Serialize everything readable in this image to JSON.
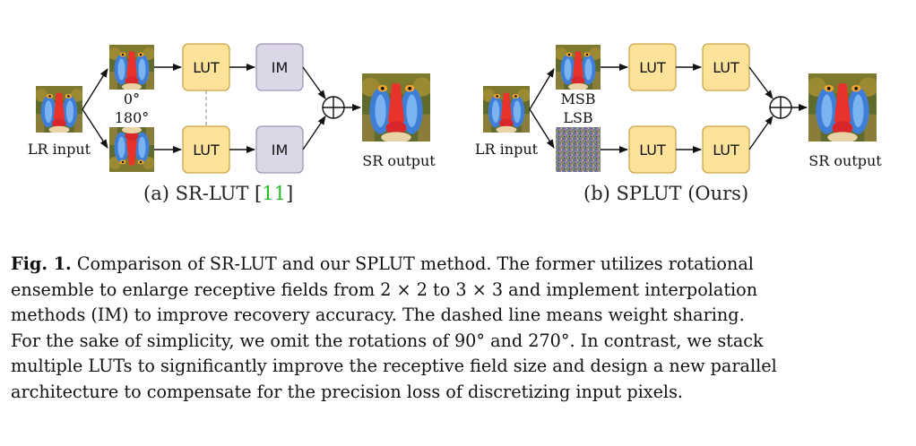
{
  "diagram_a": {
    "lr_input_label": "LR input",
    "rot_top_label": "0°",
    "rot_bottom_label": "180°",
    "lut_label": "LUT",
    "im_label": "IM",
    "sr_output_label": "SR output",
    "caption_prefix": "(a) SR-LUT [",
    "caption_cite": "11",
    "caption_suffix": "]"
  },
  "diagram_b": {
    "lr_input_label": "LR input",
    "msb_label": "MSB",
    "lsb_label": "LSB",
    "lut_label": "LUT",
    "sr_output_label": "SR output",
    "caption": "(b) SPLUT (Ours)"
  },
  "colors": {
    "lut_fill": "#fde29a",
    "lut_stroke": "#c9a64a",
    "im_fill": "#dcd7e6",
    "im_stroke": "#9e97b3",
    "cite": "#22bb22"
  },
  "caption": {
    "label": "Fig. 1.",
    "lines": [
      "Comparison of SR-LUT and our SPLUT method. The former utilizes rotational",
      "ensemble to enlarge receptive fields from 2 × 2 to 3 × 3 and implement interpolation",
      "methods (IM) to improve recovery accuracy. The dashed line means weight sharing.",
      "For the sake of simplicity, we omit the rotations of 90° and 270°. In contrast, we stack",
      "multiple LUTs to significantly improve the receptive field size and design a new parallel",
      "architecture to compensate for the precision loss of discretizing input pixels."
    ]
  }
}
